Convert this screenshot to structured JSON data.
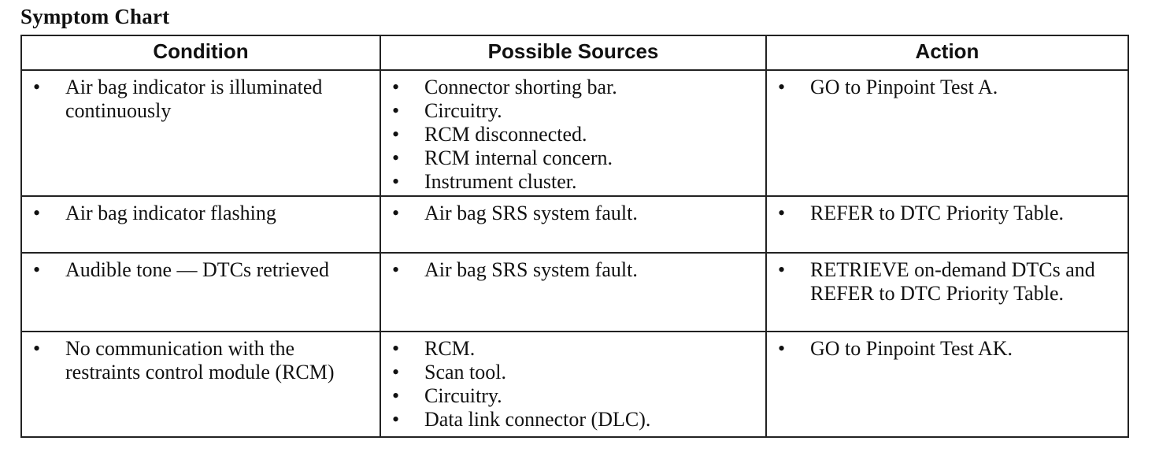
{
  "title": "Symptom Chart",
  "headers": {
    "condition": "Condition",
    "sources": "Possible Sources",
    "action": "Action"
  },
  "rows": [
    {
      "condition": [
        "Air bag indicator is illuminated continuously"
      ],
      "sources": [
        "Connector shorting bar.",
        "Circuitry.",
        "RCM disconnected.",
        "RCM internal concern.",
        "Instrument cluster."
      ],
      "action": [
        "GO to Pinpoint Test A."
      ]
    },
    {
      "condition": [
        "Air bag indicator flashing"
      ],
      "sources": [
        "Air bag SRS system fault."
      ],
      "action": [
        "REFER to DTC Priority Table."
      ]
    },
    {
      "condition": [
        "Audible tone — DTCs retrieved"
      ],
      "sources": [
        "Air bag SRS system fault."
      ],
      "action": [
        "RETRIEVE on-demand DTCs and REFER to DTC Priority Table."
      ]
    },
    {
      "condition": [
        "No communication with the restraints control module (RCM)"
      ],
      "sources": [
        "RCM.",
        "Scan tool.",
        "Circuitry.",
        "Data link connector (DLC)."
      ],
      "action": [
        "GO to Pinpoint Test AK."
      ]
    }
  ]
}
